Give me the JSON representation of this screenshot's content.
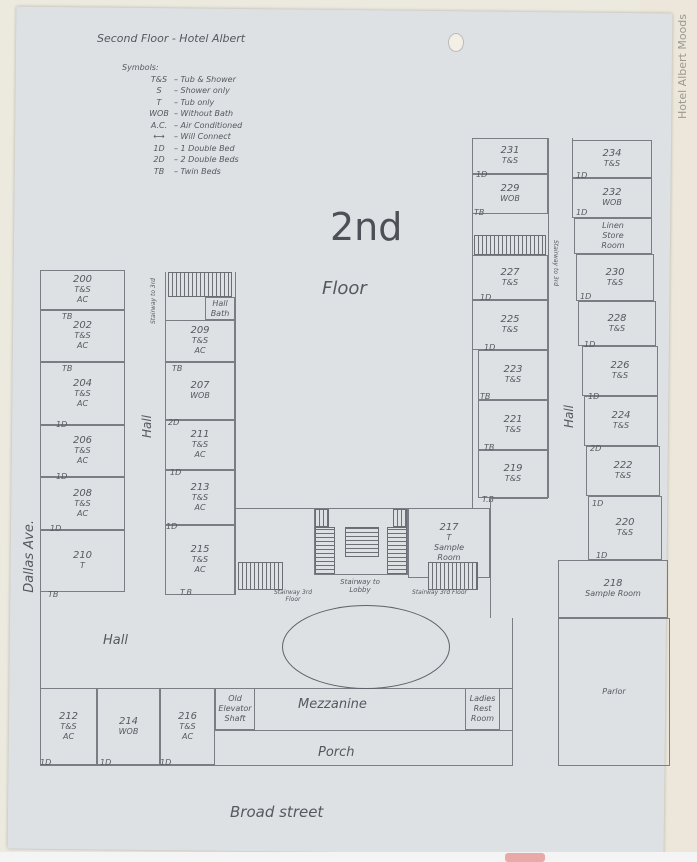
{
  "header": {
    "title": "Second Floor - Hotel Albert"
  },
  "edge_note": "Hotel Albert Moods",
  "symbols": {
    "heading": "Symbols:",
    "items": [
      {
        "code": "T&S",
        "meaning": "Tub & Shower"
      },
      {
        "code": "S",
        "meaning": "Shower only"
      },
      {
        "code": "T",
        "meaning": "Tub only"
      },
      {
        "code": "WOB",
        "meaning": "Without Bath"
      },
      {
        "code": "A.C.",
        "meaning": "Air Conditioned"
      },
      {
        "code": "⟷",
        "meaning": "Will Connect"
      },
      {
        "code": "1D",
        "meaning": "1 Double Bed"
      },
      {
        "code": "2D",
        "meaning": "2 Double Beds"
      },
      {
        "code": "TB",
        "meaning": "Twin Beds"
      }
    ]
  },
  "floor_title": {
    "big": "2nd",
    "sub": "Floor"
  },
  "rooms": [
    {
      "no": "200",
      "lines": [
        "T&S",
        "AC"
      ]
    },
    {
      "no": "202",
      "lines": [
        "T&S",
        "AC"
      ]
    },
    {
      "no": "204",
      "lines": [
        "T&S",
        "AC"
      ]
    },
    {
      "no": "206",
      "lines": [
        "T&S",
        "AC"
      ]
    },
    {
      "no": "208",
      "lines": [
        "T&S",
        "AC"
      ]
    },
    {
      "no": "210",
      "lines": [
        "T"
      ]
    },
    {
      "no": "209",
      "lines": [
        "T&S",
        "AC"
      ]
    },
    {
      "no": "207",
      "lines": [
        "WOB"
      ]
    },
    {
      "no": "211",
      "lines": [
        "T&S",
        "AC"
      ]
    },
    {
      "no": "213",
      "lines": [
        "T&S",
        "AC"
      ]
    },
    {
      "no": "215",
      "lines": [
        "T&S",
        "AC"
      ]
    },
    {
      "no": "212",
      "lines": [
        "T&S",
        "AC"
      ]
    },
    {
      "no": "214",
      "lines": [
        "WOB"
      ]
    },
    {
      "no": "216",
      "lines": [
        "T&S",
        "AC"
      ]
    },
    {
      "no": "",
      "lines": [
        "Old",
        "Elevator",
        "Shaft"
      ]
    },
    {
      "no": "217",
      "lines": [
        "T",
        "Sample",
        "Room"
      ]
    },
    {
      "no": "231",
      "lines": [
        "T&S"
      ]
    },
    {
      "no": "229",
      "lines": [
        "WOB"
      ]
    },
    {
      "no": "227",
      "lines": [
        "T&S"
      ]
    },
    {
      "no": "225",
      "lines": [
        "T&S"
      ]
    },
    {
      "no": "223",
      "lines": [
        "T&S"
      ]
    },
    {
      "no": "221",
      "lines": [
        "T&S"
      ]
    },
    {
      "no": "219",
      "lines": [
        "T&S"
      ]
    },
    {
      "no": "234",
      "lines": [
        "T&S"
      ]
    },
    {
      "no": "232",
      "lines": [
        "WOB"
      ]
    },
    {
      "no": "",
      "lines": [
        "Linen",
        "Store",
        "Room"
      ]
    },
    {
      "no": "230",
      "lines": [
        "T&S"
      ]
    },
    {
      "no": "228",
      "lines": [
        "T&S"
      ]
    },
    {
      "no": "226",
      "lines": [
        "T&S"
      ]
    },
    {
      "no": "224",
      "lines": [
        "T&S"
      ]
    },
    {
      "no": "222",
      "lines": [
        "T&S"
      ]
    },
    {
      "no": "220",
      "lines": [
        "T&S"
      ]
    },
    {
      "no": "218",
      "lines": [
        "Sample Room"
      ]
    },
    {
      "no": "",
      "lines": [
        "Parlor"
      ]
    },
    {
      "no": "",
      "lines": [
        "Hall",
        "Bath"
      ]
    },
    {
      "no": "",
      "lines": [
        "Ladies",
        "Rest",
        "Room"
      ]
    }
  ],
  "bed_labels": [
    "TB",
    "TB",
    "1D",
    "1D",
    "1D",
    "TB",
    "TB",
    "2D",
    "1D",
    "1D",
    "T.B",
    "1D",
    "TB",
    "1D",
    "1D",
    "TB",
    "TB",
    "T.B",
    "1D",
    "1D",
    "1D",
    "1D",
    "1D",
    "2D",
    "1D",
    "1D",
    "1D",
    "1D",
    "1D"
  ],
  "labels": {
    "hall_left": "Hall",
    "hall_main": "Hall",
    "hall_right": "Hall",
    "mezzanine": "Mezzanine",
    "porch": "Porch",
    "stair_lobby": "Stairway to Lobby",
    "stair_3rd_left": "Stairway 3rd Floor",
    "stair_3rd_right": "Stairway 3rd Floor",
    "stair_3rd_vert_left": "Stairway to 3rd",
    "stair_3rd_vert_right": "Stairway to 3rd",
    "street_west": "Dallas Ave.",
    "street_south": "Broad street"
  }
}
